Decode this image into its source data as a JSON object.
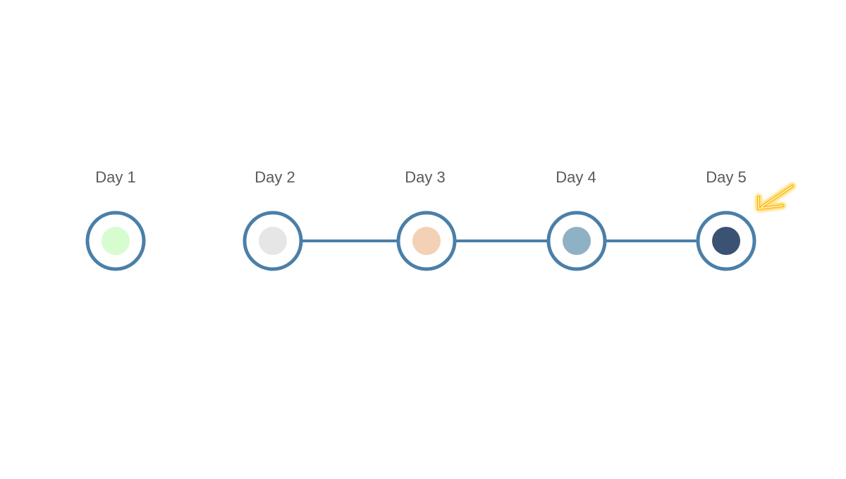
{
  "timeline": {
    "ring_color": "#4a7fa8",
    "connector_color": "#4a7fa8",
    "arrow_color": "#ffb300",
    "arrow_glow_color": "#ffe28a",
    "steps": [
      {
        "label": "Day 1",
        "fill_color": "#d7fcd0",
        "connected_to_previous": false
      },
      {
        "label": "Day 2",
        "fill_color": "#e6e6e6",
        "connected_to_previous": false
      },
      {
        "label": "Day 3",
        "fill_color": "#f2d1b4",
        "connected_to_previous": true
      },
      {
        "label": "Day 4",
        "fill_color": "#8fb1c6",
        "connected_to_previous": true
      },
      {
        "label": "Day 5",
        "fill_color": "#3b5273",
        "connected_to_previous": true,
        "highlighted": true
      }
    ]
  }
}
